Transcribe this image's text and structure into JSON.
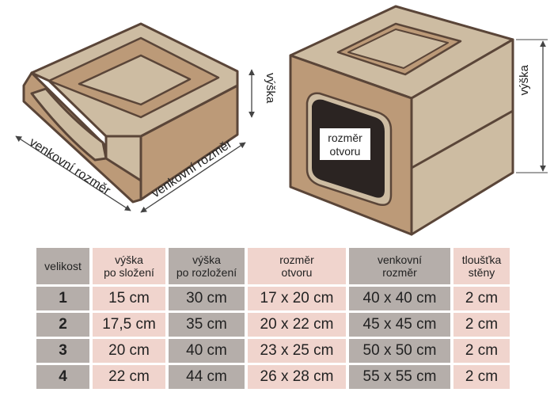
{
  "labels": {
    "outer_size_left": "venkovní rozměr",
    "outer_size_right": "venkovní rozměr",
    "height_bed": "výška",
    "height_cube": "výška",
    "opening_line1": "rozměr",
    "opening_line2": "otvoru"
  },
  "table": {
    "headers": [
      [
        "velikost"
      ],
      [
        "výška",
        "po složení"
      ],
      [
        "výška",
        "po rozložení"
      ],
      [
        "rozměr",
        "otvoru"
      ],
      [
        "venkovní",
        "rozměr"
      ],
      [
        "tloušťka",
        "stěny"
      ]
    ],
    "rows": [
      [
        "1",
        "15 cm",
        "30 cm",
        "17 x 20 cm",
        "40 x 40 cm",
        "2 cm"
      ],
      [
        "2",
        "17,5 cm",
        "35 cm",
        "20 x 22 cm",
        "45 x 45 cm",
        "2 cm"
      ],
      [
        "3",
        "20 cm",
        "40 cm",
        "23 x 25 cm",
        "50 x 50 cm",
        "2 cm"
      ],
      [
        "4",
        "22 cm",
        "44 cm",
        "26 x 28 cm",
        "55 x 55 cm",
        "2 cm"
      ]
    ]
  },
  "colors": {
    "beige": "#cdbca2",
    "tan": "#bc9a78",
    "outline": "#5a4538",
    "opening": "#2b2422",
    "cell_dark": "#b5aeaa",
    "cell_light": "#f0d4cd"
  }
}
